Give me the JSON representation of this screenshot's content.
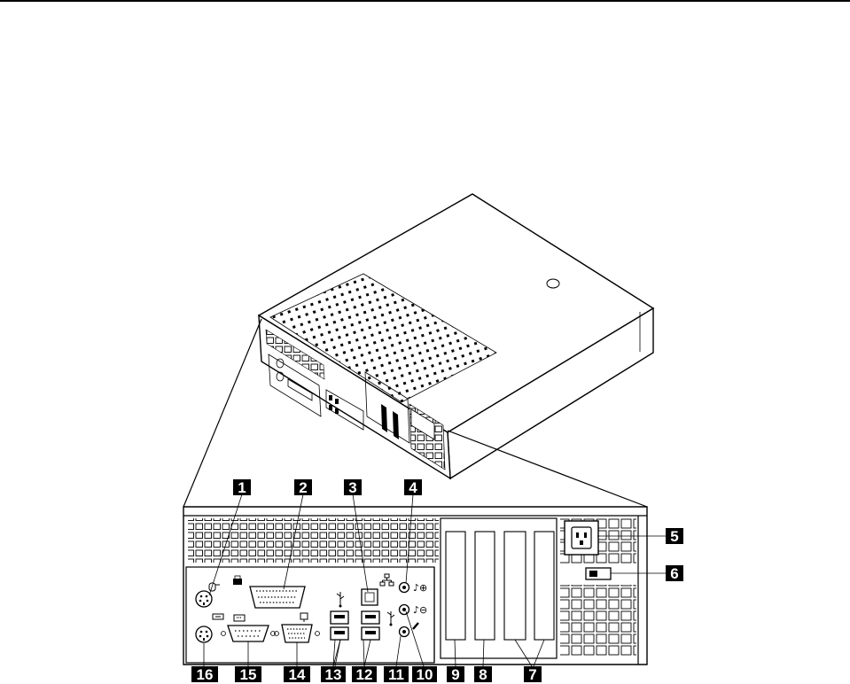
{
  "callouts": {
    "c1": "1",
    "c2": "2",
    "c3": "3",
    "c4": "4",
    "c5": "5",
    "c6": "6",
    "c7": "7",
    "c8": "8",
    "c9": "9",
    "c10": "10",
    "c11": "11",
    "c12": "12",
    "c13": "13",
    "c14": "14",
    "c15": "15",
    "c16": "16"
  },
  "icons": {
    "mouse": "mouse-icon",
    "printer": "printer-icon",
    "ethernet": "ethernet-icon",
    "usb": "usb-icon",
    "line_in": "line-in-icon",
    "line_out": "line-out-icon",
    "microphone": "microphone-icon",
    "keyboard": "keyboard-icon",
    "serial": "serial-icon",
    "monitor": "monitor-icon"
  }
}
